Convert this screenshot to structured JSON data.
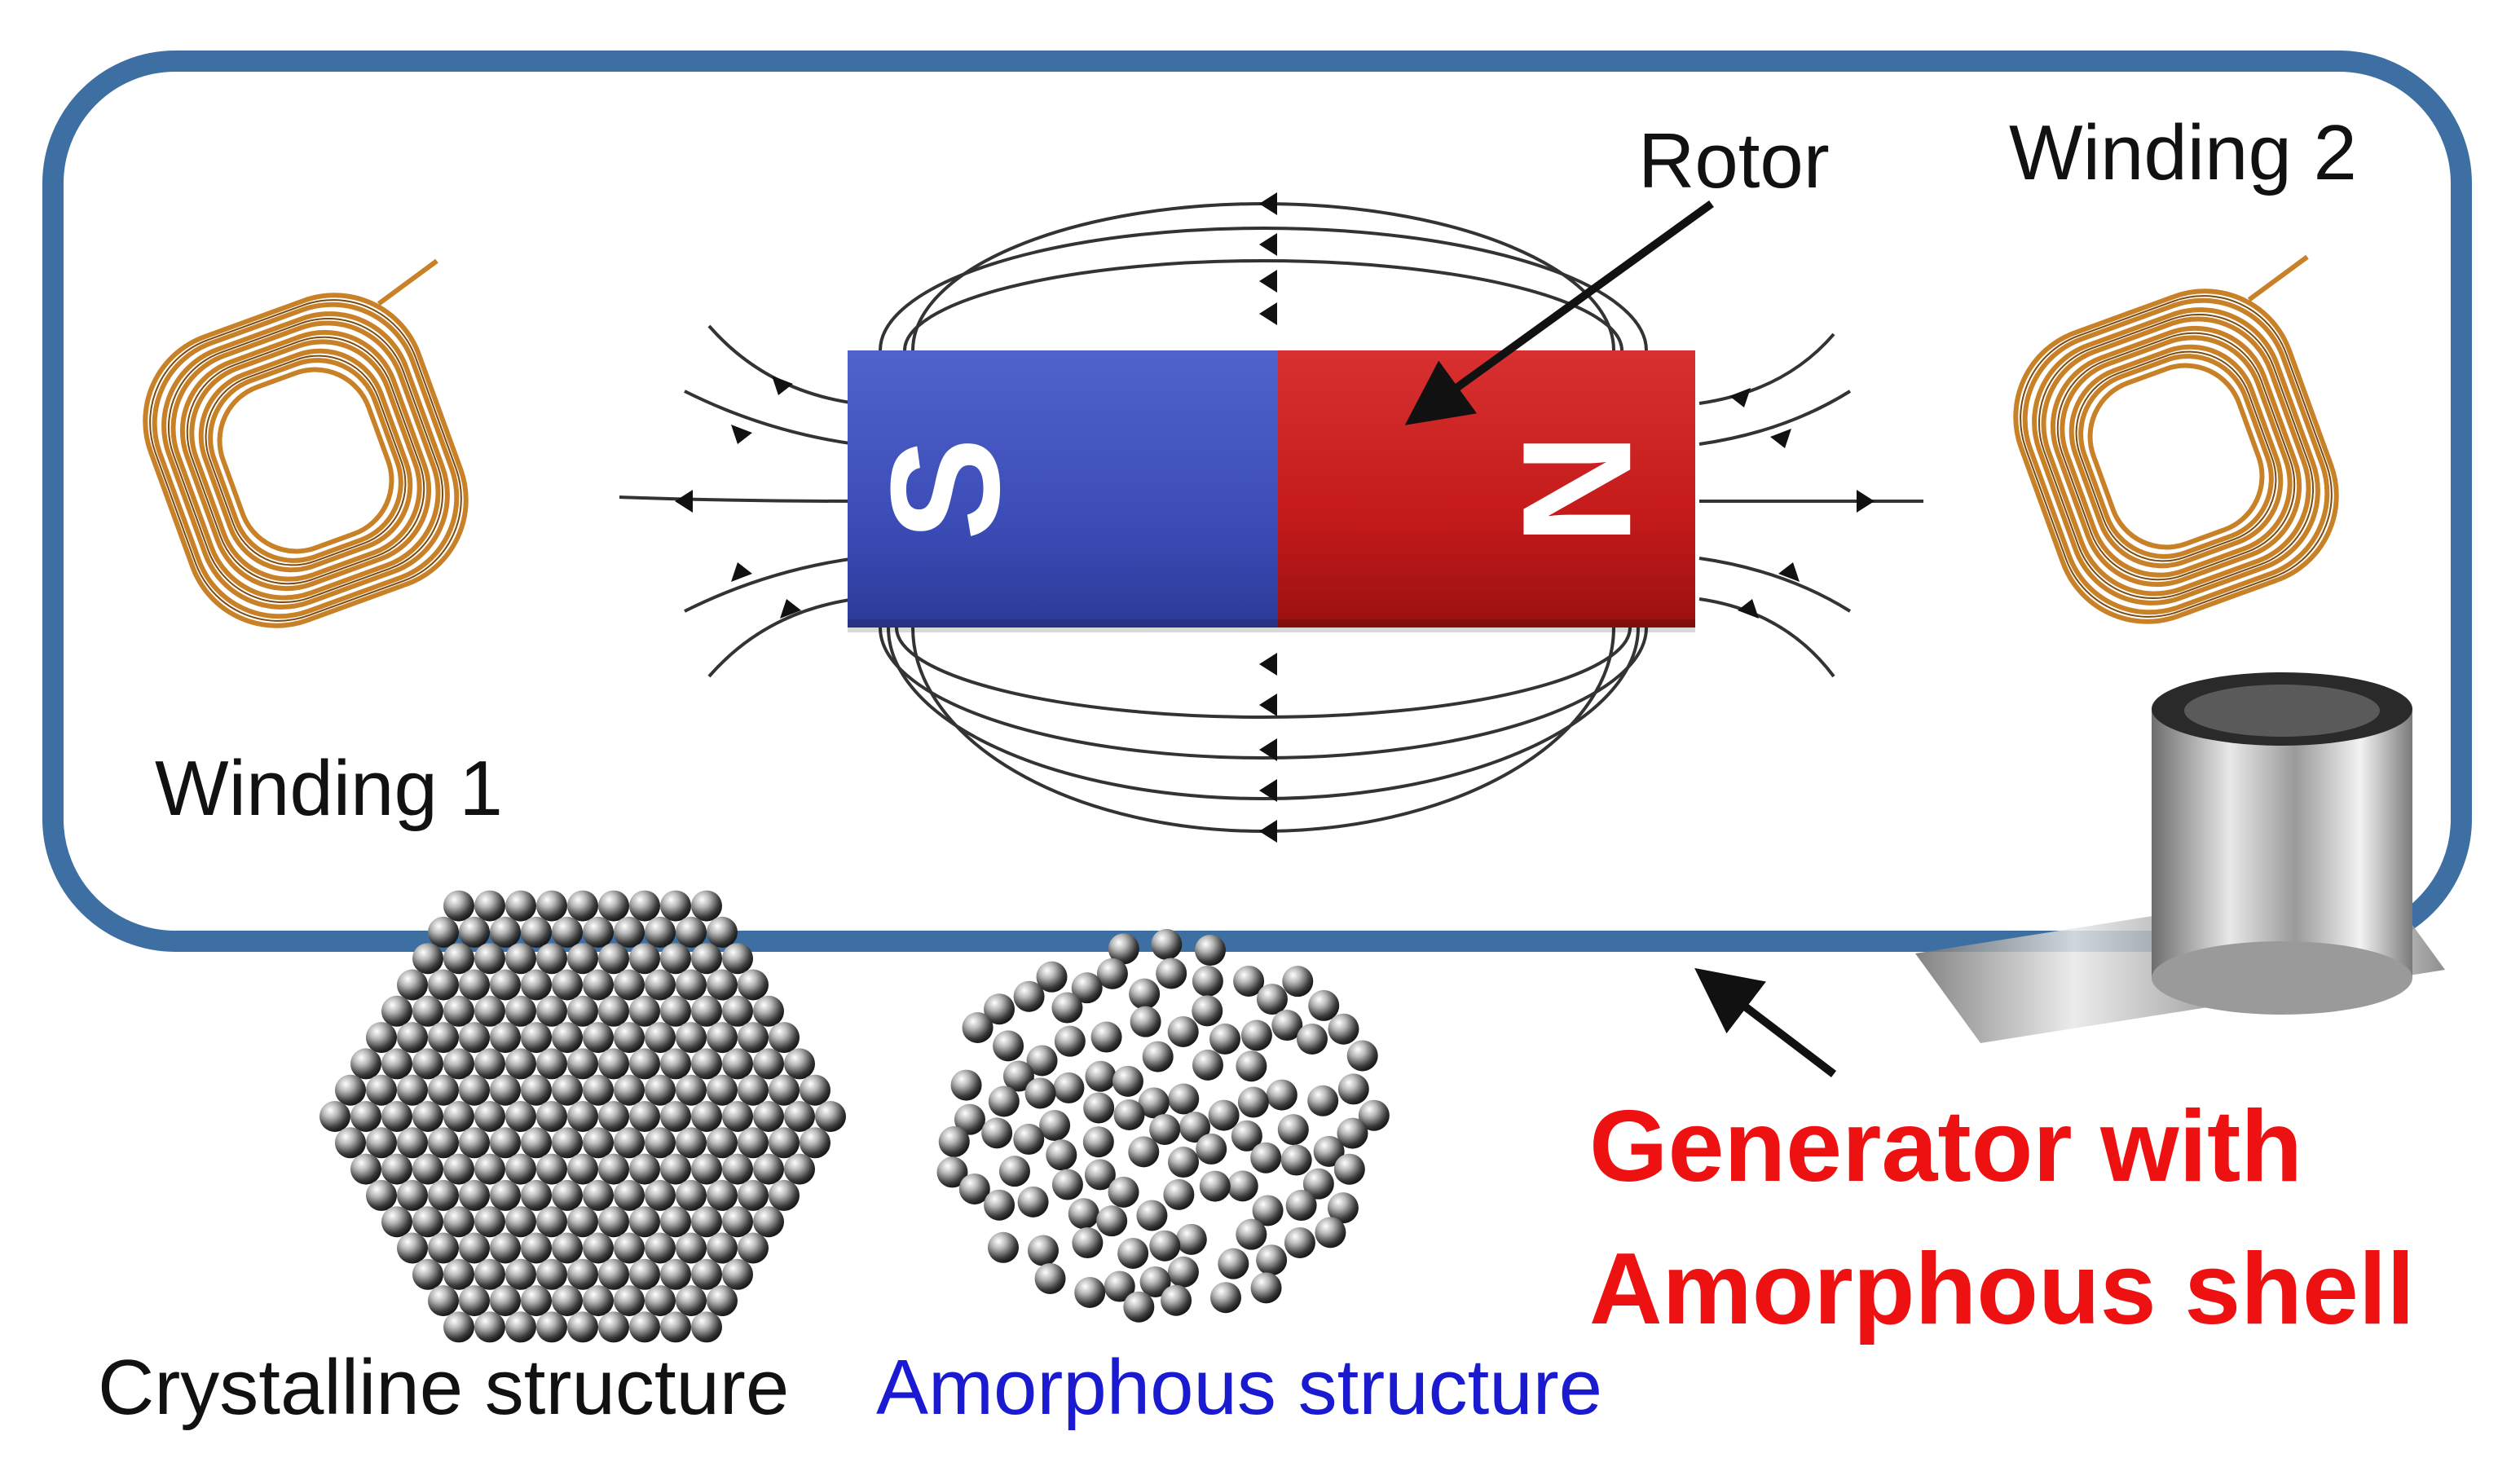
{
  "labels": {
    "rotor": "Rotor",
    "winding2": "Winding 2",
    "winding1": "Winding 1",
    "crystalline": "Crystalline structure",
    "amorphous": "Amorphous structure",
    "generator_line1": "Generator with",
    "generator_line2": "Amorphous shell"
  },
  "magnet": {
    "south": "S",
    "north": "N"
  },
  "colors": {
    "shell_border": "#3d6fa3",
    "south_pole": "#3c4db8",
    "north_pole": "#c41a1a",
    "copper": "#c98128",
    "generator_text": "#ee1111",
    "amorphous_text": "#1a1ad0",
    "field_lines": "#333333"
  },
  "icons": [
    "copper-coil-icon",
    "metal-foil-roll-icon",
    "steel-ball-lattice-icon",
    "arrow-icon"
  ]
}
